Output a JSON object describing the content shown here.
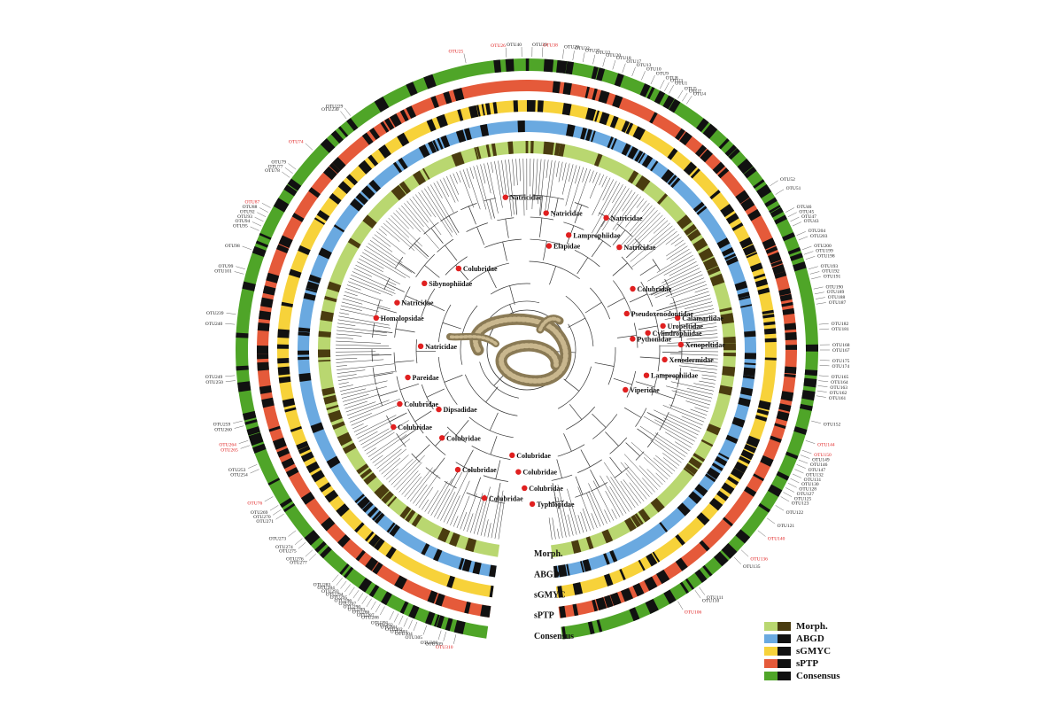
{
  "colors": {
    "morph_light": "#b9d770",
    "morph_dark": "#4a3c10",
    "abgd_light": "#6aa9e0",
    "abgd_dark": "#111111",
    "sgmyc_light": "#f7d23a",
    "sgmyc_dark": "#111111",
    "sptp_light": "#e55a3a",
    "sptp_dark": "#111111",
    "cons_light": "#4fa528",
    "cons_dark": "#111111",
    "node_marker": "#e02020",
    "highlight_otu": "#e02020",
    "branch": "#333333"
  },
  "ring_labels": [
    "Morph.",
    "ABGD",
    "sGMYC",
    "sPTP",
    "Consensus"
  ],
  "legend": {
    "items": [
      {
        "label": "Morph.",
        "key": "morph"
      },
      {
        "label": "ABGD",
        "key": "abgd"
      },
      {
        "label": "sGMYC",
        "key": "sgmyc"
      },
      {
        "label": "sPTP",
        "key": "sptp"
      },
      {
        "label": "Consensus",
        "key": "cons"
      }
    ]
  },
  "clades": [
    {
      "name": "Colubridae",
      "angle": 320
    },
    {
      "name": "Sibynophiidae",
      "angle": 303
    },
    {
      "name": "Natricidae",
      "angle": 290
    },
    {
      "name": "Homalopsidae",
      "angle": 282
    },
    {
      "name": "Natricidae",
      "angle": 272
    },
    {
      "name": "Pareidae",
      "angle": 257
    },
    {
      "name": "Colubridae",
      "angle": 247
    },
    {
      "name": "Colubridae",
      "angle": 240
    },
    {
      "name": "Dipsadidae",
      "angle": 236
    },
    {
      "name": "Colubridae",
      "angle": 224
    },
    {
      "name": "Colubridae",
      "angle": 210
    },
    {
      "name": "Colubridae",
      "angle": 196
    },
    {
      "name": "Colubridae",
      "angle": 188
    },
    {
      "name": "Colubridae",
      "angle": 184
    },
    {
      "name": "Colubridae",
      "angle": 181
    },
    {
      "name": "Typhlopidae",
      "angle": 178
    },
    {
      "name": "Viperidae",
      "angle": 112
    },
    {
      "name": "Lamprophiidae",
      "angle": 102
    },
    {
      "name": "Xenodermidae",
      "angle": 94
    },
    {
      "name": "Xenopeltidae",
      "angle": 88
    },
    {
      "name": "Pythonidae",
      "angle": 84
    },
    {
      "name": "Cylindrophiidae",
      "angle": 82
    },
    {
      "name": "Uropeltidae",
      "angle": 80
    },
    {
      "name": "Calamariidae",
      "angle": 78
    },
    {
      "name": "Pseudoxenodontidae",
      "angle": 70
    },
    {
      "name": "Colubridae",
      "angle": 60
    },
    {
      "name": "Natricidae",
      "angle": 42
    },
    {
      "name": "Natricidae",
      "angle": 31
    },
    {
      "name": "Elapidae",
      "angle": 12
    },
    {
      "name": "Lamprophiidae",
      "angle": 20
    },
    {
      "name": "Natricidae",
      "angle": 8
    },
    {
      "name": "Natricidae",
      "angle": -8
    }
  ],
  "otus": [
    {
      "name": "OTU25",
      "angle": -12,
      "red": true
    },
    {
      "name": "OTU26",
      "angle": -4,
      "red": true
    },
    {
      "name": "OTU40",
      "angle": -1,
      "red": false
    },
    {
      "name": "OTU39",
      "angle": 1,
      "red": false
    },
    {
      "name": "OTU38",
      "angle": 3,
      "red": true
    },
    {
      "name": "OTU28",
      "angle": 7,
      "red": false
    },
    {
      "name": "OTU32",
      "angle": 9,
      "red": false
    },
    {
      "name": "OTU35",
      "angle": 11,
      "red": false
    },
    {
      "name": "OTU22",
      "angle": 13,
      "red": false
    },
    {
      "name": "OTU20",
      "angle": 15,
      "red": false
    },
    {
      "name": "OTU18",
      "angle": 17,
      "red": false
    },
    {
      "name": "OTU17",
      "angle": 19,
      "red": false
    },
    {
      "name": "OTU13",
      "angle": 21,
      "red": false
    },
    {
      "name": "OTU10",
      "angle": 23,
      "red": false
    },
    {
      "name": "OTU9",
      "angle": 25,
      "red": false
    },
    {
      "name": "OTU8",
      "angle": 27,
      "red": false
    },
    {
      "name": "OTU3",
      "angle": 28,
      "red": false
    },
    {
      "name": "OTU1",
      "angle": 29,
      "red": false
    },
    {
      "name": "OTU5",
      "angle": 31,
      "red": false
    },
    {
      "name": "OTU7",
      "angle": 32,
      "red": false
    },
    {
      "name": "OTU4",
      "angle": 33,
      "red": false
    },
    {
      "name": "OTU52",
      "angle": 56,
      "red": false
    },
    {
      "name": "OTU51",
      "angle": 58,
      "red": false
    },
    {
      "name": "OTU46",
      "angle": 62,
      "red": false
    },
    {
      "name": "OTU45",
      "angle": 63,
      "red": false
    },
    {
      "name": "OTU47",
      "angle": 64,
      "red": false
    },
    {
      "name": "OTU43",
      "angle": 65,
      "red": false
    },
    {
      "name": "OTU204",
      "angle": 67,
      "red": false
    },
    {
      "name": "OTU203",
      "angle": 68,
      "red": false
    },
    {
      "name": "OTU200",
      "angle": 70,
      "red": false
    },
    {
      "name": "OTU199",
      "angle": 71,
      "red": false
    },
    {
      "name": "OTU198",
      "angle": 72,
      "red": false
    },
    {
      "name": "OTU193",
      "angle": 74,
      "red": false
    },
    {
      "name": "OTU192",
      "angle": 75,
      "red": false
    },
    {
      "name": "OTU191",
      "angle": 76,
      "red": false
    },
    {
      "name": "OTU190",
      "angle": 78,
      "red": false
    },
    {
      "name": "OTU189",
      "angle": 79,
      "red": false
    },
    {
      "name": "OTU188",
      "angle": 80,
      "red": false
    },
    {
      "name": "OTU187",
      "angle": 81,
      "red": false
    },
    {
      "name": "OTU182",
      "angle": 85,
      "red": false
    },
    {
      "name": "OTU181",
      "angle": 86,
      "red": false
    },
    {
      "name": "OTU168",
      "angle": 89,
      "red": false
    },
    {
      "name": "OTU167",
      "angle": 90,
      "red": false
    },
    {
      "name": "OTU175",
      "angle": 92,
      "red": false
    },
    {
      "name": "OTU174",
      "angle": 93,
      "red": false
    },
    {
      "name": "OTU165",
      "angle": 95,
      "red": false
    },
    {
      "name": "OTU164",
      "angle": 96,
      "red": false
    },
    {
      "name": "OTU163",
      "angle": 97,
      "red": false
    },
    {
      "name": "OTU162",
      "angle": 98,
      "red": false
    },
    {
      "name": "OTU161",
      "angle": 99,
      "red": false
    },
    {
      "name": "OTU152",
      "angle": 104,
      "red": false
    },
    {
      "name": "OTU144",
      "angle": 108,
      "red": true
    },
    {
      "name": "OTU150",
      "angle": 110,
      "red": true
    },
    {
      "name": "OTU149",
      "angle": 111,
      "red": false
    },
    {
      "name": "OTU146",
      "angle": 112,
      "red": false
    },
    {
      "name": "OTU147",
      "angle": 113,
      "red": false
    },
    {
      "name": "OTU132",
      "angle": 114,
      "red": false
    },
    {
      "name": "OTU131",
      "angle": 115,
      "red": false
    },
    {
      "name": "OTU130",
      "angle": 116,
      "red": false
    },
    {
      "name": "OTU128",
      "angle": 117,
      "red": false
    },
    {
      "name": "OTU127",
      "angle": 118,
      "red": false
    },
    {
      "name": "OTU125",
      "angle": 119,
      "red": false
    },
    {
      "name": "OTU123",
      "angle": 120,
      "red": false
    },
    {
      "name": "OTU122",
      "angle": 122,
      "red": false
    },
    {
      "name": "OTU121",
      "angle": 125,
      "red": false
    },
    {
      "name": "OTU140",
      "angle": 128,
      "red": true
    },
    {
      "name": "OTU136",
      "angle": 133,
      "red": true
    },
    {
      "name": "OTU135",
      "angle": 135,
      "red": false
    },
    {
      "name": "OTU111",
      "angle": 144,
      "red": false
    },
    {
      "name": "OTU110",
      "angle": 145,
      "red": false
    },
    {
      "name": "OTU106",
      "angle": 149,
      "red": true
    },
    {
      "name": "OTU310",
      "angle": 194,
      "red": true
    },
    {
      "name": "OTU309",
      "angle": 196,
      "red": false
    },
    {
      "name": "OTU308",
      "angle": 197,
      "red": false
    },
    {
      "name": "OTU305",
      "angle": 200,
      "red": false
    },
    {
      "name": "OTU304",
      "angle": 202,
      "red": false
    },
    {
      "name": "OTU303",
      "angle": 203,
      "red": false
    },
    {
      "name": "OTU302",
      "angle": 204,
      "red": false
    },
    {
      "name": "OTU301",
      "angle": 205,
      "red": false
    },
    {
      "name": "OTU292",
      "angle": 206,
      "red": false
    },
    {
      "name": "OTU291",
      "angle": 207,
      "red": false
    },
    {
      "name": "OTU288",
      "angle": 209,
      "red": false
    },
    {
      "name": "OTU287",
      "angle": 210,
      "red": false
    },
    {
      "name": "OTU286",
      "angle": 211,
      "red": false
    },
    {
      "name": "OTU289",
      "angle": 212,
      "red": false
    },
    {
      "name": "OTU290",
      "angle": 213,
      "red": false
    },
    {
      "name": "OTU297",
      "angle": 214,
      "red": false
    },
    {
      "name": "OTU296",
      "angle": 215,
      "red": false
    },
    {
      "name": "OTU295",
      "angle": 216,
      "red": false
    },
    {
      "name": "OTU294",
      "angle": 217,
      "red": false
    },
    {
      "name": "OTU293",
      "angle": 218,
      "red": false
    },
    {
      "name": "OTU284",
      "angle": 219,
      "red": false
    },
    {
      "name": "OTU283",
      "angle": 220,
      "red": false
    },
    {
      "name": "OTU277",
      "angle": 226,
      "red": false
    },
    {
      "name": "OTU276",
      "angle": 227,
      "red": false
    },
    {
      "name": "OTU275",
      "angle": 229,
      "red": false
    },
    {
      "name": "OTU274",
      "angle": 230,
      "red": false
    },
    {
      "name": "OTU273",
      "angle": 232,
      "red": false
    },
    {
      "name": "OTU271",
      "angle": 236,
      "red": false
    },
    {
      "name": "OTU270",
      "angle": 237,
      "red": false
    },
    {
      "name": "OTU269",
      "angle": 238,
      "red": false
    },
    {
      "name": "OTU76",
      "angle": 240,
      "red": true
    },
    {
      "name": "OTU254",
      "angle": 246,
      "red": false
    },
    {
      "name": "OTU253",
      "angle": 247,
      "red": false
    },
    {
      "name": "OTU265",
      "angle": 251,
      "red": true
    },
    {
      "name": "OTU264",
      "angle": 252,
      "red": true
    },
    {
      "name": "OTU260",
      "angle": 255,
      "red": false
    },
    {
      "name": "OTU259",
      "angle": 256,
      "red": false
    },
    {
      "name": "OTU250",
      "angle": 264,
      "red": false
    },
    {
      "name": "OTU249",
      "angle": 265,
      "red": false
    },
    {
      "name": "OTU240",
      "angle": 275,
      "red": false
    },
    {
      "name": "OTU239",
      "angle": 277,
      "red": false
    },
    {
      "name": "OTU101",
      "angle": 285,
      "red": false
    },
    {
      "name": "OTU99",
      "angle": 286,
      "red": false
    },
    {
      "name": "OTU98",
      "angle": 290,
      "red": false
    },
    {
      "name": "OTU95",
      "angle": 294,
      "red": false
    },
    {
      "name": "OTU94",
      "angle": 295,
      "red": false
    },
    {
      "name": "OTU93",
      "angle": 296,
      "red": false
    },
    {
      "name": "OTU92",
      "angle": 297,
      "red": false
    },
    {
      "name": "OTU88",
      "angle": 298,
      "red": false
    },
    {
      "name": "OTU87",
      "angle": 299,
      "red": true
    },
    {
      "name": "OTU78",
      "angle": 306,
      "red": false
    },
    {
      "name": "OTU77",
      "angle": 307,
      "red": false
    },
    {
      "name": "OTU79",
      "angle": 308,
      "red": false
    },
    {
      "name": "OTU74",
      "angle": 313,
      "red": true
    },
    {
      "name": "OTU230",
      "angle": 322,
      "red": false
    },
    {
      "name": "OTU229",
      "angle": 323,
      "red": false
    }
  ]
}
